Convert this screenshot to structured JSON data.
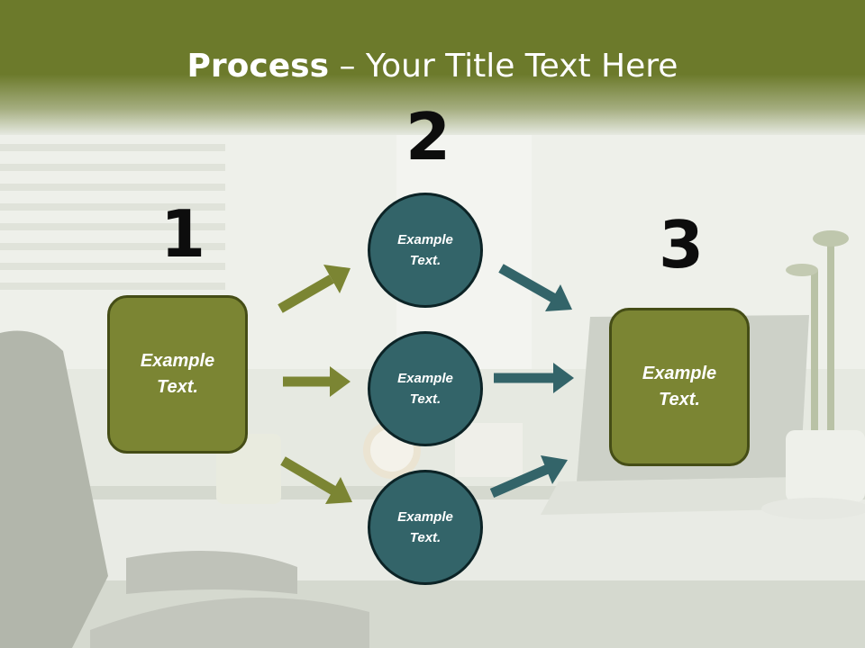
{
  "title": {
    "bold": "Process",
    "rest": " – Your Title Text Here"
  },
  "steps": {
    "one": "1",
    "two": "2",
    "three": "3"
  },
  "boxes": {
    "left": [
      "Example",
      "Text."
    ],
    "right": [
      "Example",
      "Text."
    ]
  },
  "circles": {
    "top": [
      "Example",
      "Text."
    ],
    "middle": [
      "Example",
      "Text."
    ],
    "bottom": [
      "Example",
      "Text."
    ]
  },
  "colors": {
    "header": "#6c7a2b",
    "box_fill": "#7b8533",
    "circle_fill": "#336469",
    "olive_arrow": "#7b8533",
    "teal_arrow": "#336469"
  }
}
